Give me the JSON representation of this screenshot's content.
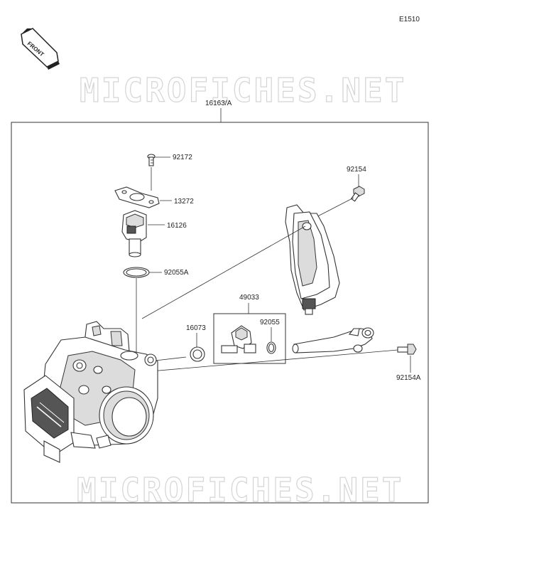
{
  "diagram": {
    "code": "E1510",
    "direction_label": "FRONT",
    "watermarks": [
      "MICROFICHES.NET",
      "MICROFICHES.NET"
    ],
    "assembly_label": "16163/A",
    "callouts": {
      "p92172": "92172",
      "p13272": "13272",
      "p16126": "16126",
      "p92055A": "92055A",
      "p92154": "92154",
      "p49033": "49033",
      "p16073": "16073",
      "p92055": "92055",
      "p92154A": "92154A"
    }
  }
}
